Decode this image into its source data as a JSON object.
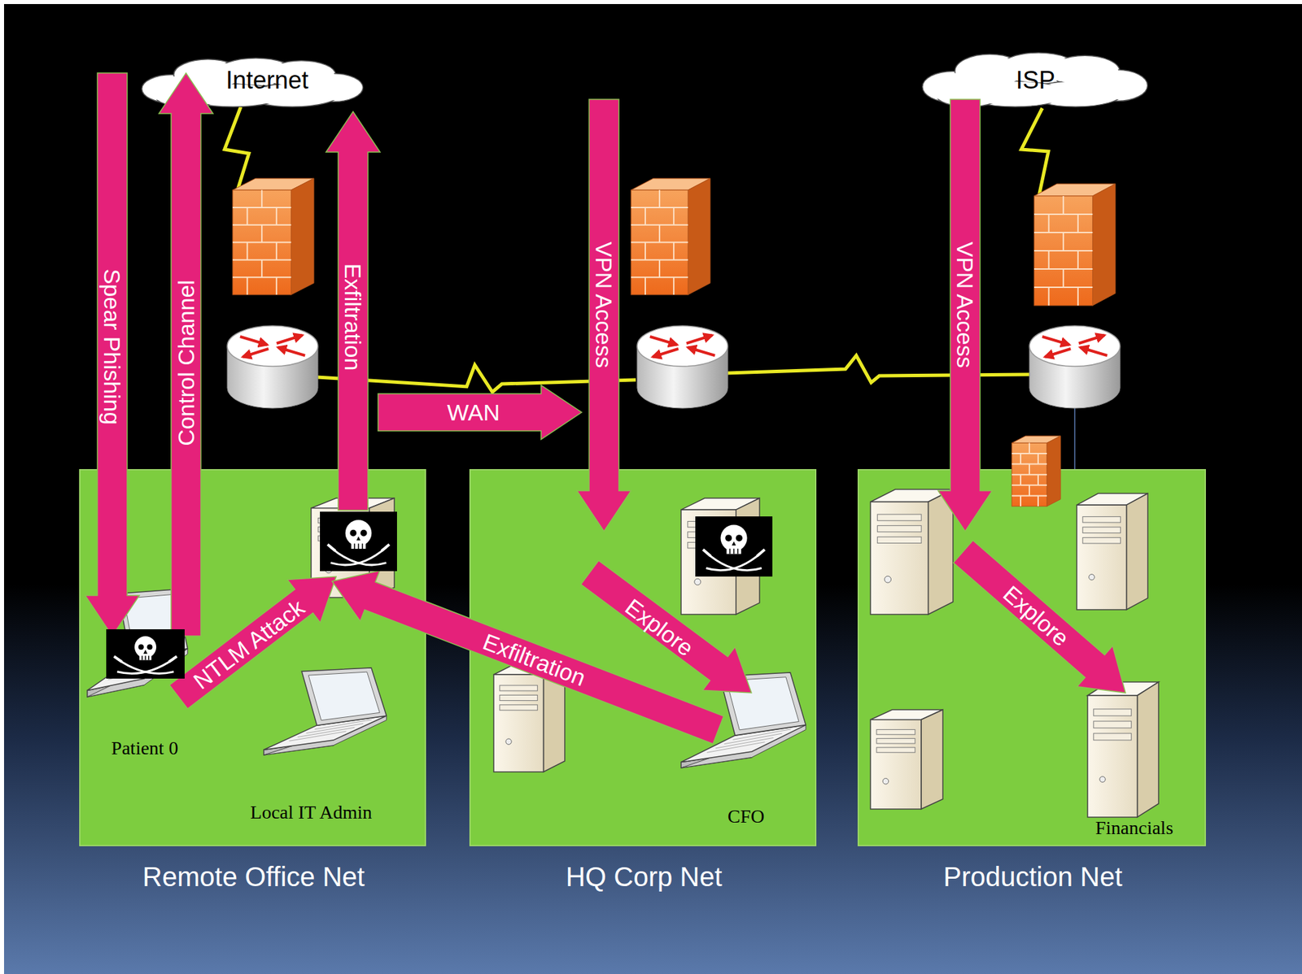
{
  "diagram": {
    "nodes": [
      {
        "text": [
          "Internet"
        ]
      },
      {
        "text": [
          "ISP"
        ]
      },
      {
        "text": [
          "Remote Office Net"
        ]
      },
      {
        "text": [
          "Patient 0"
        ],
        "in": 2
      },
      {
        "text": [
          "Local IT Admin"
        ],
        "in": 2
      },
      {
        "text": [
          "HQ Corp Net"
        ]
      },
      {
        "text": [
          "CFO"
        ],
        "in": 5
      },
      {
        "text": [
          "Production Net"
        ]
      },
      {
        "text": [
          "Financials"
        ],
        "in": 7
      }
    ],
    "edges": [
      {
        "from": 0,
        "to": 3,
        "label": "Spear Phishing",
        "arrow": "to"
      },
      {
        "from": 3,
        "to": 0,
        "label": "Control Channel",
        "arrow": "to"
      }
    ],
    "labels": [
      "Exfiltration",
      "WAN",
      "VPN Access",
      "VPN Access",
      "Explore",
      "Explore",
      "NTLM Attack",
      "Exfiltration"
    ]
  }
}
